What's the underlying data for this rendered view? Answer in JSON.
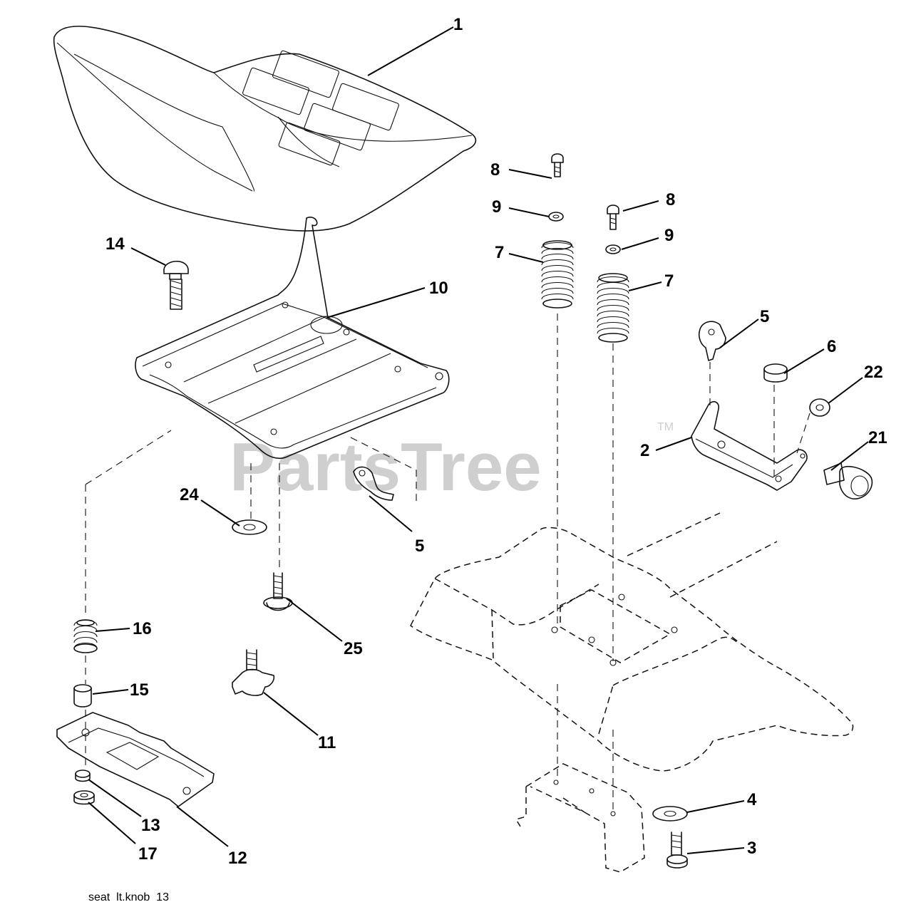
{
  "watermark": {
    "text": "PartsTree",
    "mark": "TM"
  },
  "caption": "seat  lt.knob  13",
  "callouts": [
    {
      "id": "c1",
      "label": "1"
    },
    {
      "id": "c8a",
      "label": "8"
    },
    {
      "id": "c8b",
      "label": "8"
    },
    {
      "id": "c9a",
      "label": "9"
    },
    {
      "id": "c9b",
      "label": "9"
    },
    {
      "id": "c7a",
      "label": "7"
    },
    {
      "id": "c7b",
      "label": "7"
    },
    {
      "id": "c14",
      "label": "14"
    },
    {
      "id": "c10",
      "label": "10"
    },
    {
      "id": "c5a",
      "label": "5"
    },
    {
      "id": "c6",
      "label": "6"
    },
    {
      "id": "c22",
      "label": "22"
    },
    {
      "id": "c21",
      "label": "21"
    },
    {
      "id": "c2",
      "label": "2"
    },
    {
      "id": "c24",
      "label": "24"
    },
    {
      "id": "c5b",
      "label": "5"
    },
    {
      "id": "c25",
      "label": "25"
    },
    {
      "id": "c16",
      "label": "16"
    },
    {
      "id": "c15",
      "label": "15"
    },
    {
      "id": "c11",
      "label": "11"
    },
    {
      "id": "c13",
      "label": "13"
    },
    {
      "id": "c17",
      "label": "17"
    },
    {
      "id": "c12",
      "label": "12"
    },
    {
      "id": "c4",
      "label": "4"
    },
    {
      "id": "c3",
      "label": "3"
    }
  ]
}
